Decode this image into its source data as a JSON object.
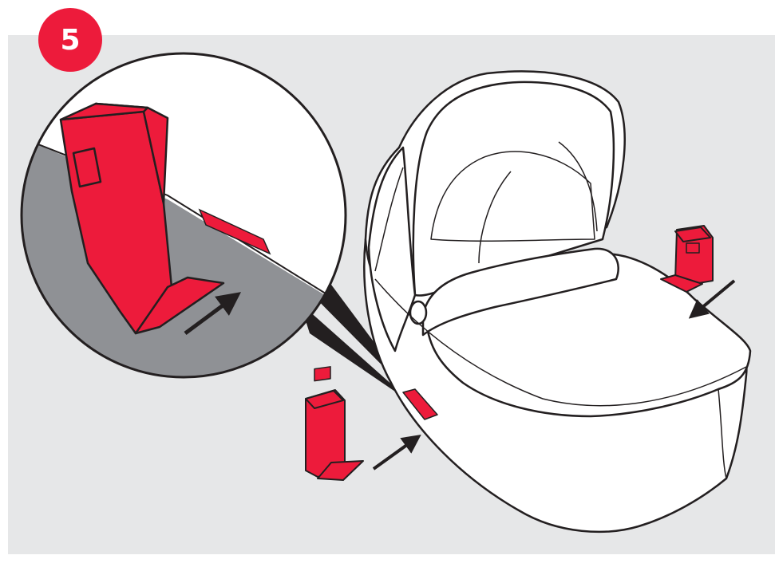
{
  "step": {
    "number": "5"
  },
  "colors": {
    "background": "#e6e7e8",
    "accent_red": "#ed1b3b",
    "floor_gray": "#8f9195",
    "outline": "#231f20",
    "bassinet_fill": "#ffffff"
  },
  "icons": [
    "step-number-badge",
    "bassinet",
    "red-bracket",
    "insert-arrow",
    "magnifier-callout"
  ]
}
